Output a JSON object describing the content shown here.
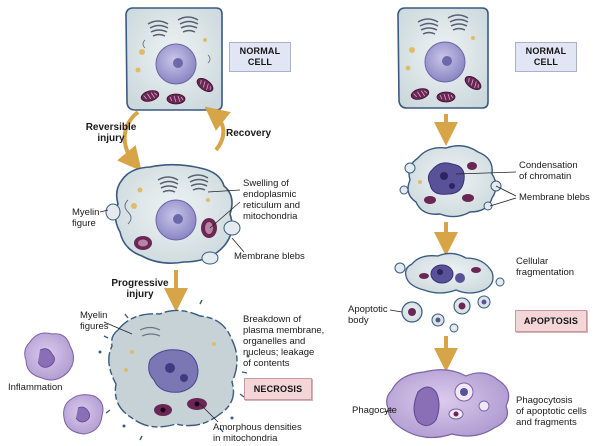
{
  "colors": {
    "cell_fill": "#d9e3e6",
    "cell_border": "#3a5a80",
    "nucleus": "#aaa7d4",
    "mito": "#6a2755",
    "arrow": "#d8a448",
    "phagocyte": "#c4b3dc",
    "box_normal": "#e1e5f4",
    "box_result": "#f4d5d8"
  },
  "left": {
    "normal_box": "NORMAL\nCELL",
    "reversible": "Reversible\ninjury",
    "recovery": "Recovery",
    "swelling": "Swelling of\nendoplasmic\nreticulum and\nmitochondria",
    "myelin": "Myelin\nfigure",
    "blebs": "Membrane blebs",
    "progressive": "Progressive\ninjury",
    "myelin2": "Myelin\nfigures",
    "breakdown": "Breakdown of\nplasma membrane,\norganelles and\nnucleus; leakage\nof contents",
    "inflammation": "Inflammation",
    "necrosis_box": "NECROSIS",
    "amorphous": "Amorphous densities\nin mitochondria"
  },
  "right": {
    "normal_box": "NORMAL\nCELL",
    "condensation": "Condensation\nof chromatin",
    "blebs": "Membrane blebs",
    "fragmentation": "Cellular\nfragmentation",
    "apoptotic_body": "Apoptotic\nbody",
    "apoptosis_box": "APOPTOSIS",
    "phagocyte": "Phagocyte",
    "phagocytosis": "Phagocytosis\nof apoptotic cells\nand fragments"
  }
}
